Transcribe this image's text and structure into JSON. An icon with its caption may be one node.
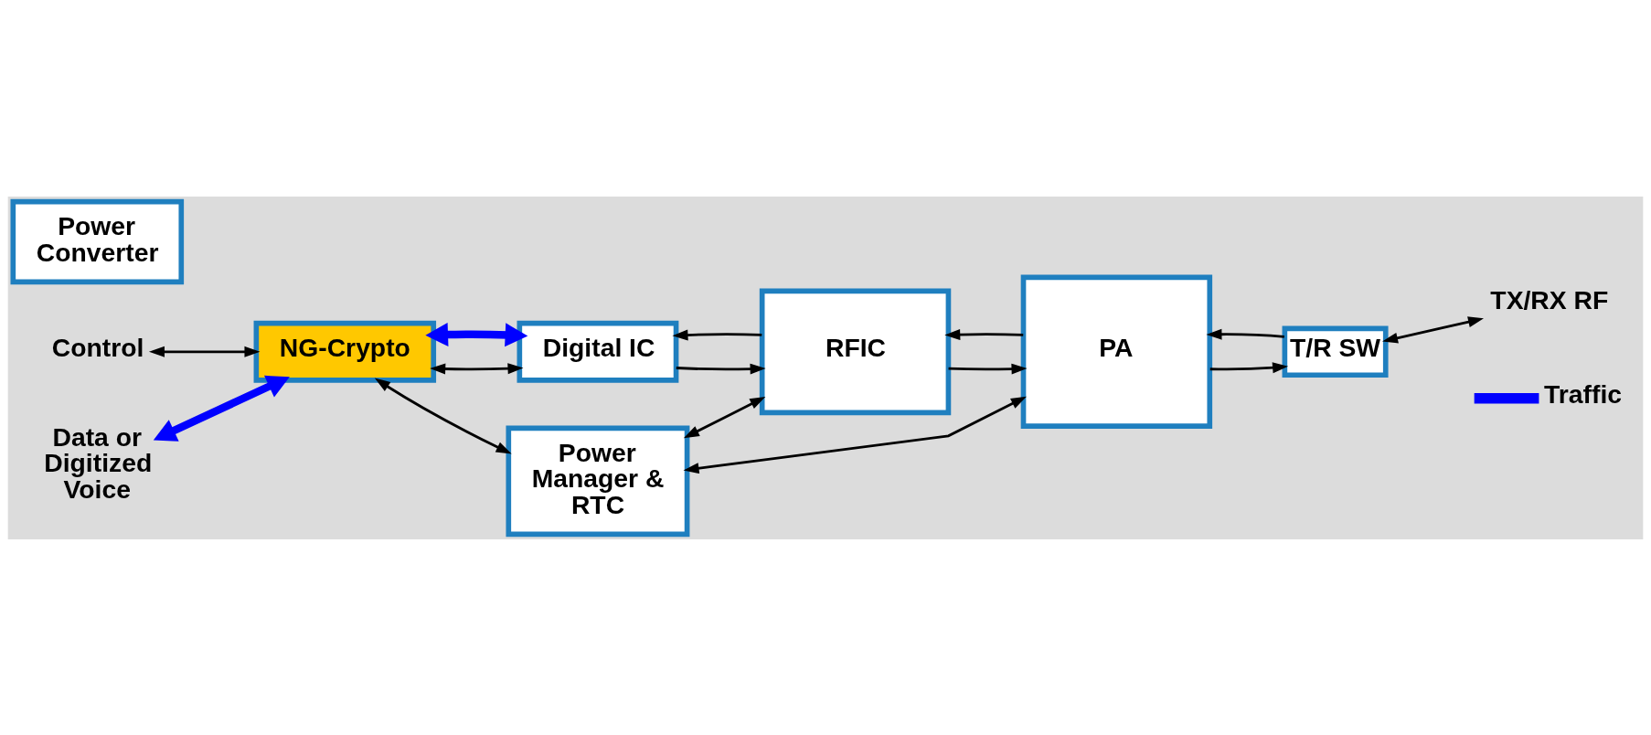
{
  "diagram": {
    "nodes": [
      {
        "text": [
          "Power Converter"
        ]
      },
      {
        "text": [
          "Control"
        ]
      },
      {
        "text": [
          "Data or Digitized Voice"
        ]
      },
      {
        "text": [
          "NG-Crypto"
        ]
      },
      {
        "text": [
          "Digital IC"
        ]
      },
      {
        "text": [
          "RFIC"
        ]
      },
      {
        "text": [
          "PA"
        ]
      },
      {
        "text": [
          "T/R SW"
        ]
      },
      {
        "text": [
          "TX/RX RF"
        ]
      },
      {
        "text": [
          "Power Manager & RTC"
        ]
      }
    ],
    "edges": [
      {
        "from": 1,
        "to": 3,
        "arrow": "both"
      },
      {
        "from": 2,
        "to": 3,
        "arrow": "both",
        "style": "thick",
        "color": "#0000ff"
      },
      {
        "from": 3,
        "to": 4,
        "arrow": "both"
      },
      {
        "from": 3,
        "to": 4,
        "arrow": "both",
        "style": "thick",
        "color": "#0000ff"
      },
      {
        "from": 5,
        "to": 4,
        "arrow": "to"
      },
      {
        "from": 4,
        "to": 5,
        "arrow": "to"
      },
      {
        "from": 6,
        "to": 5,
        "arrow": "to"
      },
      {
        "from": 5,
        "to": 6,
        "arrow": "to"
      },
      {
        "from": 7,
        "to": 6,
        "arrow": "to"
      },
      {
        "from": 6,
        "to": 7,
        "arrow": "to"
      },
      {
        "from": 7,
        "to": 8,
        "arrow": "both"
      },
      {
        "from": 3,
        "to": 9,
        "arrow": "both"
      },
      {
        "from": 9,
        "to": 5,
        "arrow": "both"
      },
      {
        "from": 9,
        "to": 6,
        "arrow": "both"
      }
    ],
    "legend": [
      {
        "text": "Traffic"
      }
    ]
  }
}
